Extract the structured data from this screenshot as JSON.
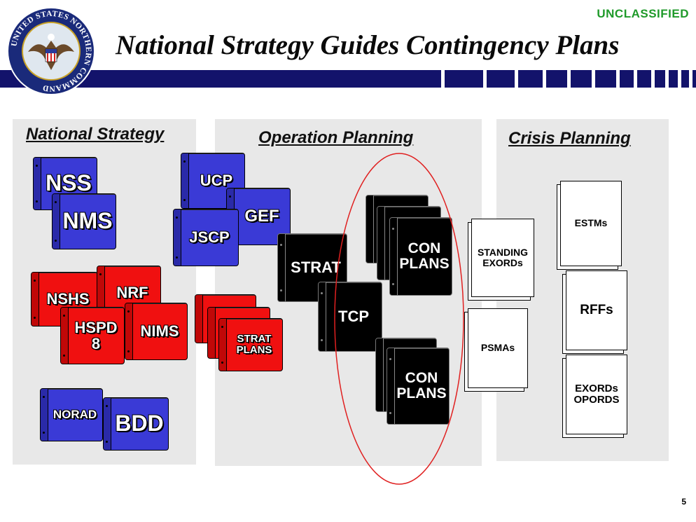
{
  "header": {
    "classification": "UNCLASSIFIED",
    "title": "National Strategy Guides Contingency Plans",
    "seal_text": "UNITED STATES NORTHERN COMMAND",
    "page_number": "5"
  },
  "colors": {
    "blue": "#3a3ad6",
    "red": "#f01010",
    "black": "#000000",
    "banner": "#13136b",
    "ellipse": "#e02020",
    "classification": "#1f9a2a"
  },
  "sections": {
    "national": "National Strategy",
    "operation": "Operation Planning",
    "crisis": "Crisis Planning"
  },
  "binders": {
    "nss": "NSS",
    "nms": "NMS",
    "ucp": "UCP",
    "gef": "GEF",
    "jscp": "JSCP",
    "nshs": "NSHS",
    "nrf": "NRF",
    "hspd": "HSPD 8",
    "nims": "NIMS",
    "strat_plans": "STRAT PLANS",
    "norad": "NORAD",
    "bdd": "BDD",
    "strat": "STRAT",
    "tcp": "TCP",
    "con_plans_top": "CON PLANS",
    "con_plans_bottom": "CON PLANS"
  },
  "documents": {
    "standing_exords": "STANDING EXORDs",
    "psmas": "PSMAs",
    "estms": "ESTMs",
    "rffs": "RFFs",
    "exords_opords": "EXORDs OPORDS"
  }
}
